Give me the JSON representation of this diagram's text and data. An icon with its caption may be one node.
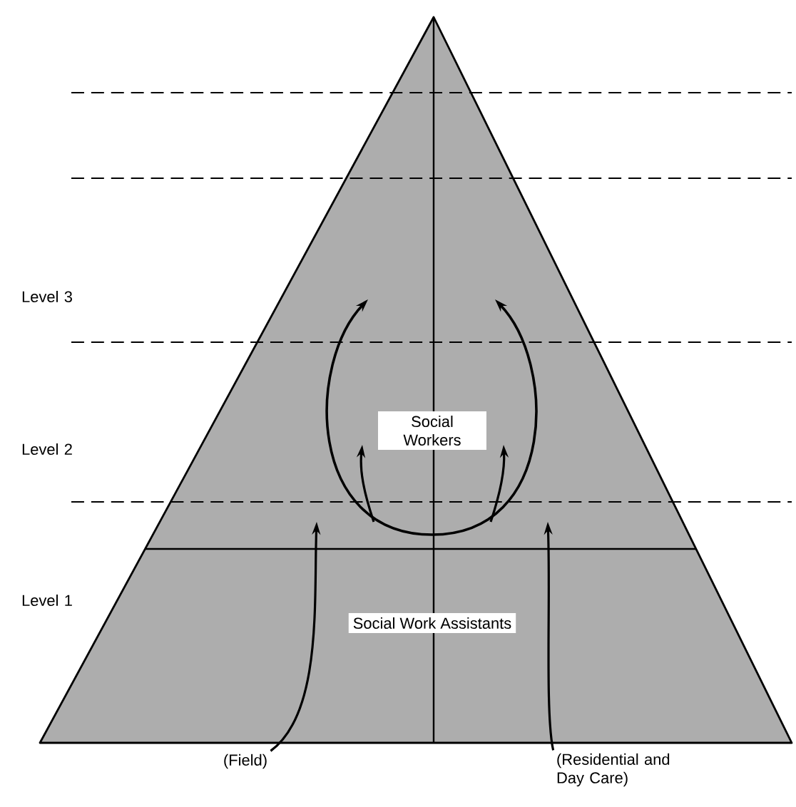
{
  "diagram": {
    "nodes": [
      {
        "text": [
          "Social Workers"
        ]
      },
      {
        "text": [
          "Social Work Assistants"
        ]
      },
      {
        "text": [
          "(Field)"
        ]
      },
      {
        "text": [
          "(Residential and Day Care)"
        ]
      }
    ],
    "edges": [
      {
        "from": 2,
        "to": null,
        "arrow": "to"
      },
      {
        "from": 3,
        "to": null,
        "arrow": "to"
      }
    ],
    "labels": [
      "Level 3",
      "Level 2",
      "Level 1"
    ]
  }
}
